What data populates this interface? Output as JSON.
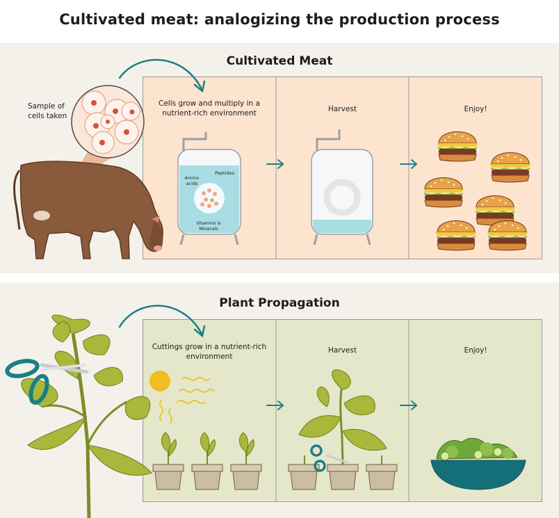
{
  "title": "Cultivated meat: analogizing the production process",
  "meat": {
    "heading": "Cultivated Meat",
    "sample_label": "Sample of cells taken",
    "step1": "Cells grow and multiply in a nutrient-rich environment",
    "step2": "Harvest",
    "step3": "Enjoy!",
    "tank_labels": {
      "amino": "Amino acids",
      "peptides": "Peptides",
      "vitamins": "Vitamins & Minerals"
    }
  },
  "plant": {
    "heading": "Plant Propagation",
    "step1": "Cuttings grow in a nutrient-rich environment",
    "step2": "Harvest",
    "step3": "Enjoy!"
  },
  "colors": {
    "meat_panel": "#fde4cf",
    "plant_panel": "#e4e7c9",
    "accent_teal": "#1a7f86",
    "background": "#f4f1ea"
  }
}
